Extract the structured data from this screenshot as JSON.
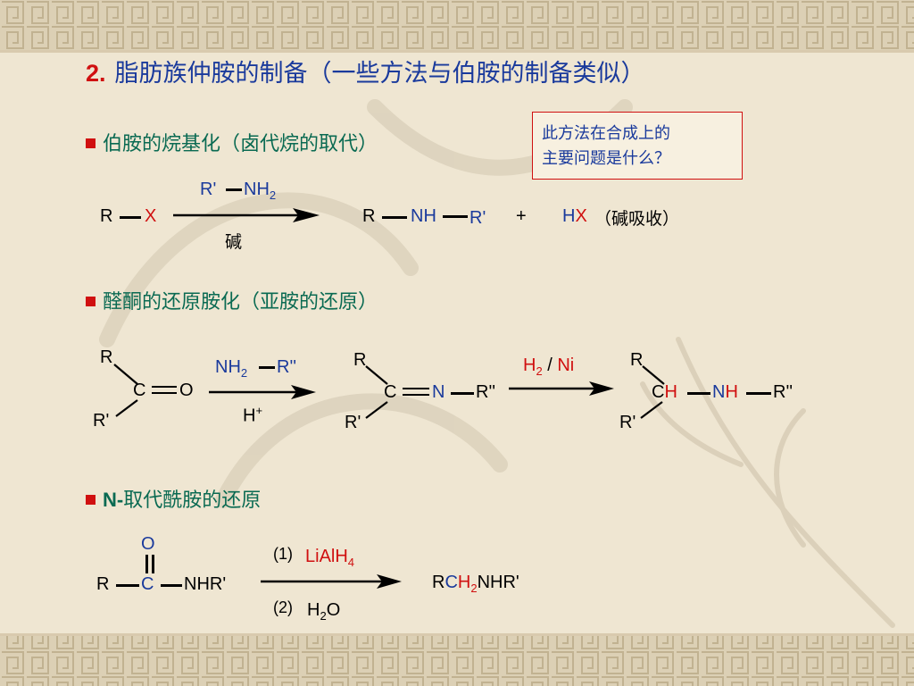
{
  "title": {
    "number": "2.",
    "text": "脂肪族仲胺的制备（一些方法与伯胺的制备类似）"
  },
  "callout": {
    "line1": "此方法在合成上的",
    "line2": "主要问题是什么？"
  },
  "section1": {
    "heading": "伯胺的烷基化（卤代烷的取代）",
    "reactant_r": "R",
    "reactant_x": "X",
    "reagent_r": "R'",
    "reagent_nh": "NH",
    "reagent_nh_sub": "2",
    "condition": "碱",
    "product_r": "R",
    "product_nh": "NH",
    "product_r2": "R'",
    "plus": "+",
    "byproduct_h": "H",
    "byproduct_x": "X",
    "byproduct_note": "（碱吸收）"
  },
  "section2": {
    "heading": "醛酮的还原胺化（亚胺的还原）",
    "ketone": {
      "r_top": "R",
      "c": "C",
      "o": "O",
      "r_bottom": "R'"
    },
    "reagent_nh": "NH",
    "reagent_nh_sub": "2",
    "reagent_r": "R''",
    "reagent_below": "H",
    "reagent_below_sup": "+",
    "imine": {
      "r_top": "R",
      "c": "C",
      "n": "N",
      "r_right": "R''",
      "r_bottom": "R'"
    },
    "reagent2_h": "H",
    "reagent2_h_sub": "2",
    "reagent2_slash": " / ",
    "reagent2_ni": "Ni",
    "amine": {
      "r_top": "R",
      "c": "C",
      "h1": "H",
      "n": "N",
      "h2": "H",
      "r_right": "R''",
      "r_bottom": "R'"
    }
  },
  "section3": {
    "heading_n": "N-",
    "heading_rest": "取代酰胺的还原",
    "amide": {
      "o": "O",
      "r": "R",
      "c": "C",
      "nhr": "NHR'"
    },
    "step1_label": "(1)",
    "step1_reagent": "LiAlH",
    "step1_sub": "4",
    "step2_label": "(2)",
    "step2_reagent_h": "H",
    "step2_sub": "2",
    "step2_reagent_o": "O",
    "product": {
      "r": "R",
      "c": "C",
      "h": "H",
      "sub": "2",
      "nhr": "NHR'"
    }
  },
  "colors": {
    "title_blue": "#1a3a9c",
    "accent_red": "#d01010",
    "heading_green": "#0a6a52",
    "background": "#efe6d2"
  }
}
